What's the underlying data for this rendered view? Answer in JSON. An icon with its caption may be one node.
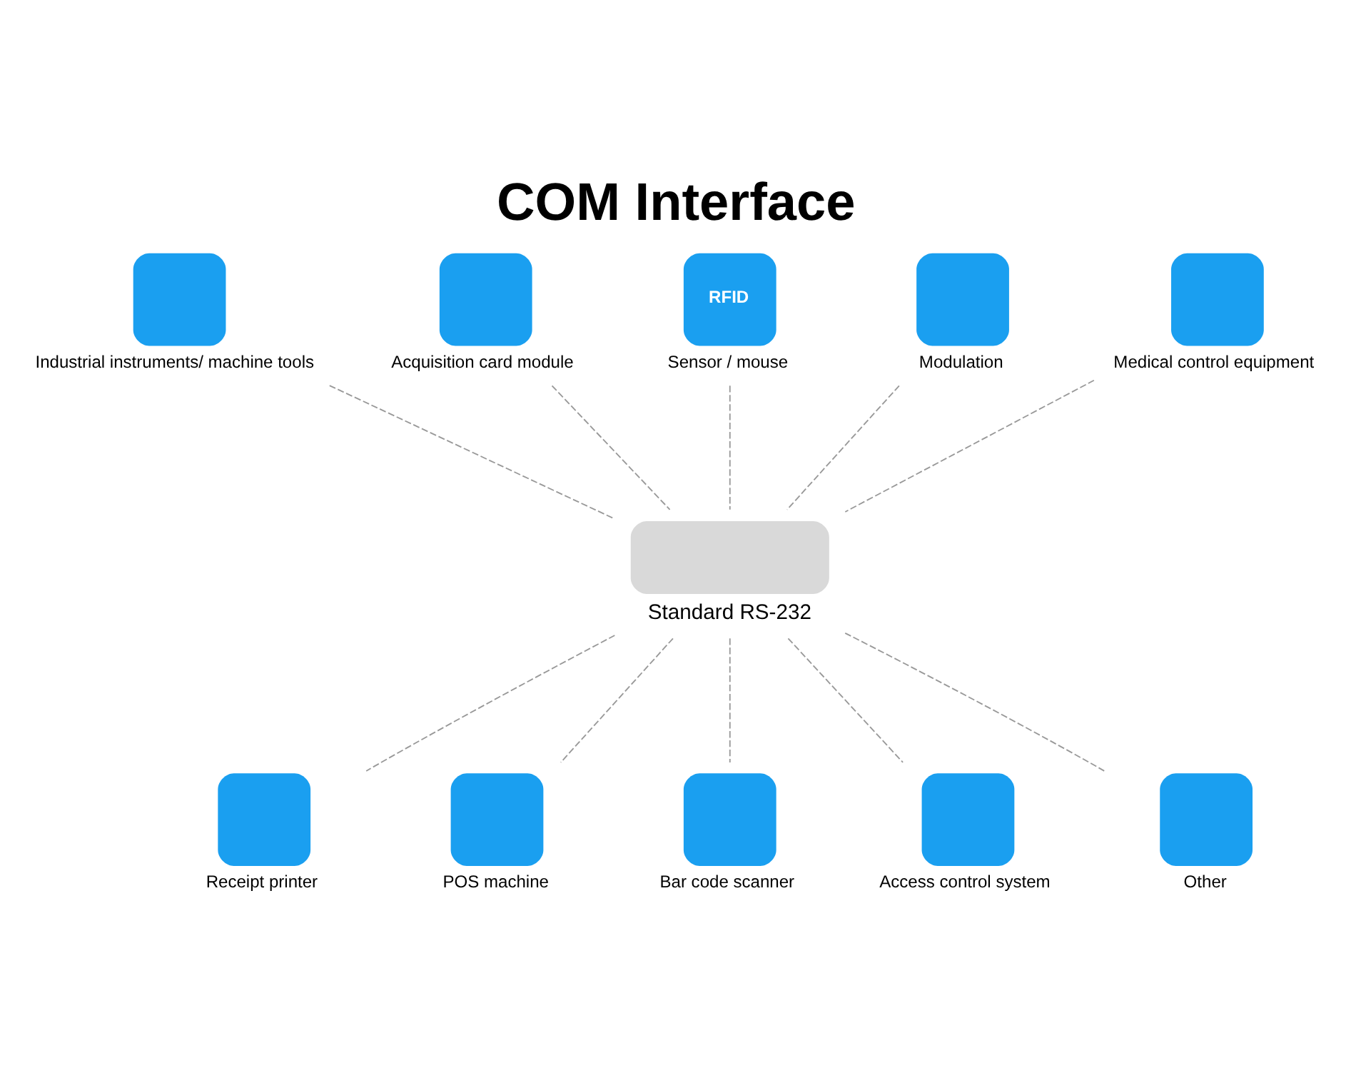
{
  "diagram": {
    "title": "COM Interface",
    "nodes": [
      {
        "text": [
          "Industrial instruments/ machine tools"
        ]
      },
      {
        "text": [
          "Acquisition card module"
        ]
      },
      {
        "text": [
          "RFID",
          "Sensor / mouse"
        ]
      },
      {
        "text": [
          "Modulation"
        ]
      },
      {
        "text": [
          "Medical control equipment"
        ]
      },
      {
        "text": [
          "Standard RS-232"
        ]
      },
      {
        "text": [
          "Receipt printer"
        ]
      },
      {
        "text": [
          "POS machine"
        ]
      },
      {
        "text": [
          "Bar code scanner"
        ]
      },
      {
        "text": [
          "Access control system"
        ]
      },
      {
        "text": [
          "Other"
        ]
      }
    ],
    "edges": [
      {
        "from": 0,
        "to": 5,
        "arrow": "none",
        "style": "dashed"
      },
      {
        "from": 1,
        "to": 5,
        "arrow": "none",
        "style": "dashed"
      },
      {
        "from": 2,
        "to": 5,
        "arrow": "none",
        "style": "dashed"
      },
      {
        "from": 3,
        "to": 5,
        "arrow": "none",
        "style": "dashed"
      },
      {
        "from": 4,
        "to": 5,
        "arrow": "none",
        "style": "dashed"
      },
      {
        "from": 5,
        "to": 6,
        "arrow": "none",
        "style": "dashed"
      },
      {
        "from": 5,
        "to": 7,
        "arrow": "none",
        "style": "dashed"
      },
      {
        "from": 5,
        "to": 8,
        "arrow": "none",
        "style": "dashed"
      },
      {
        "from": 5,
        "to": 9,
        "arrow": "none",
        "style": "dashed"
      },
      {
        "from": 5,
        "to": 10,
        "arrow": "none",
        "style": "dashed"
      }
    ]
  }
}
